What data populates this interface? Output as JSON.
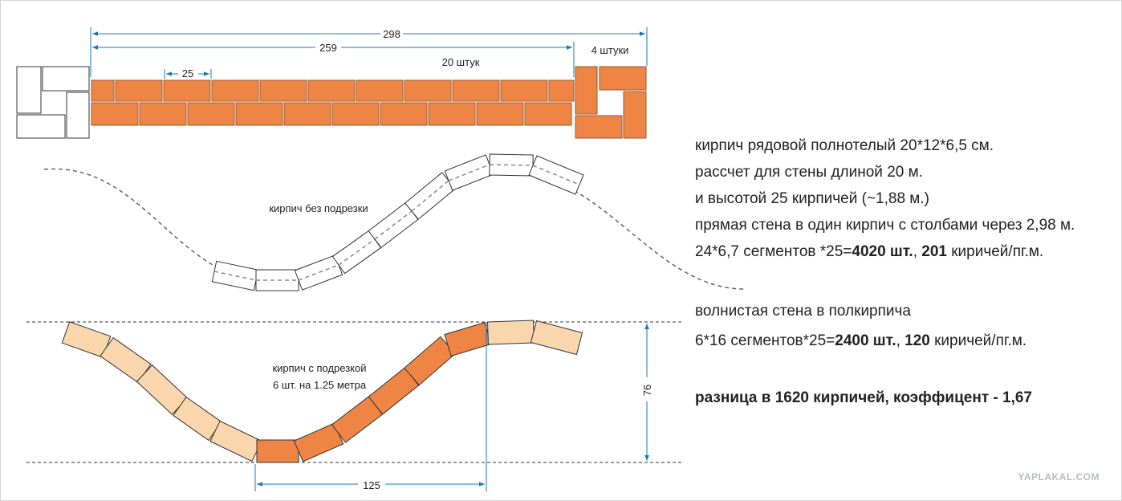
{
  "top_wall": {
    "dim_total": "298",
    "dim_span": "259",
    "dim_brick": "25",
    "label_bricks": "20 штук",
    "label_pillar": "4 штуки"
  },
  "wave_uncut": {
    "label": "кирпич без подрезки"
  },
  "wave_cut": {
    "label_line1": "кирпич с подрезкой",
    "label_line2": "6 шт. на 1.25 метра",
    "dim_height": "76",
    "dim_width": "125"
  },
  "info": {
    "line1": "кирпич рядовой полнотелый 20*12*6,5 см.",
    "line2": "рассчет для стены длиной 20 м.",
    "line3": "и высотой 25 кирпичей (~1,88 м.)",
    "line4": "прямая стена в один кирпич с столбами через 2,98 м.",
    "line5_pre": "24*6,7 сегментов *25=",
    "line5_bold1": "4020 шт.",
    "line5_mid": ",  ",
    "line5_bold2": "201",
    "line5_post": " киричей/пг.м.",
    "line6": "волнистая стена в полкирпича",
    "line7_pre": "6*16 сегментов*25=",
    "line7_bold1": "2400 шт.",
    "line7_mid": ", ",
    "line7_bold2": "120",
    "line7_post": " киричей/пг.м.",
    "line8": "разница в 1620 кирпичей, коэффицент - 1,67"
  },
  "watermark": "YAPLAKAL.COM",
  "colors": {
    "brick": "#ee8545",
    "brick_light": "#fad6ac",
    "brick_edge": "#9a5a30",
    "dim_line": "#1a78b8",
    "outline": "#333333"
  }
}
